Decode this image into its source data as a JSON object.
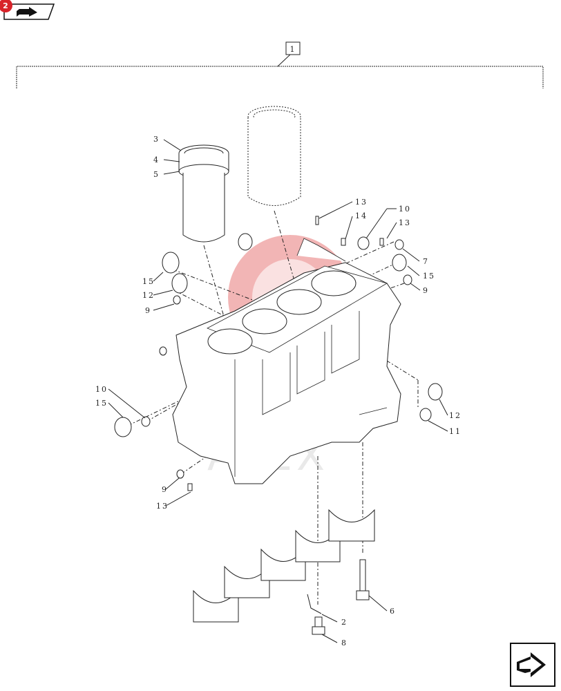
{
  "nav": {
    "badge_count": "2"
  },
  "assembly_ref": "1",
  "watermark_text": "ATEX",
  "callouts": {
    "c1": "3",
    "c2": "4",
    "c3": "5",
    "c4": "13",
    "c5": "14",
    "c6": "10",
    "c7": "13",
    "c8": "7",
    "c9": "15",
    "c10": "9",
    "c11": "15",
    "c12": "12",
    "c13": "9",
    "c14": "10",
    "c15": "15",
    "c16": "12",
    "c17": "11",
    "c18": "9",
    "c19": "13",
    "c20": "2",
    "c21": "8",
    "c22": "6"
  },
  "colors": {
    "line": "#222222",
    "watermark": "#e35a5a",
    "badge": "#d8232a"
  },
  "icons": {
    "top_left": "previous-page-icon",
    "bottom_right": "next-page-icon"
  }
}
